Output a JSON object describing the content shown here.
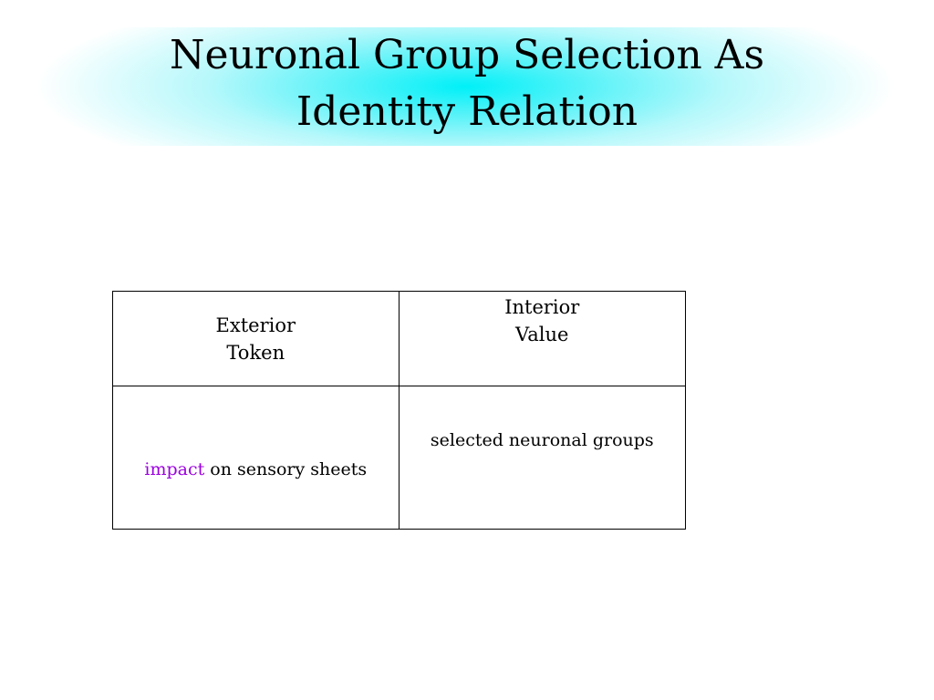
{
  "title": {
    "line1": "Neuronal Group Selection As",
    "line2": "Identity Relation"
  },
  "table": {
    "header": {
      "left": [
        "Exterior",
        "Token"
      ],
      "right": [
        "Interior",
        "Value"
      ]
    },
    "body": {
      "left_highlight": "impact",
      "left_rest": " on sensory sheets",
      "right": "selected neuronal groups"
    }
  },
  "colors": {
    "title_band": "#00f0f8",
    "highlight_text": "#9b00e0",
    "border": "#000000"
  }
}
